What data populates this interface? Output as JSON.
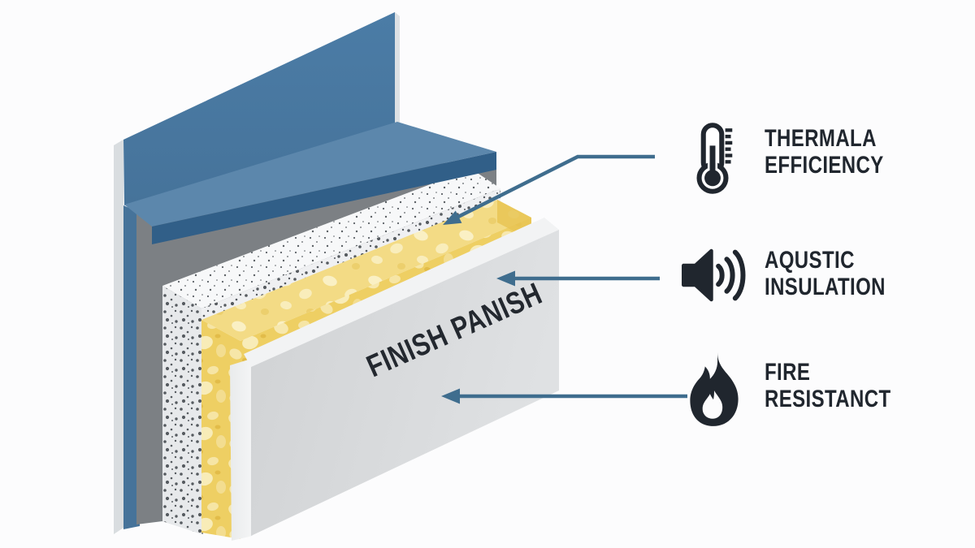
{
  "illustration": {
    "panel_text": "FINISH PANISH",
    "layer_names": [
      "wall-back-panel",
      "mounting-plank",
      "insulation-board",
      "foam-layer",
      "finish-panel"
    ]
  },
  "legend": [
    {
      "icon": "thermometer-icon",
      "line1": "THERMALA",
      "line2": "EFFICIENCY"
    },
    {
      "icon": "speaker-icon",
      "line1": "AQUSTIC",
      "line2": "INSULATION"
    },
    {
      "icon": "flame-icon",
      "line1": "FIRE",
      "line2": "RESISTANCT"
    }
  ],
  "colors": {
    "background": "#fcfcfd",
    "wall_blue": "#4a7aa3",
    "wall_edge_white": "#e3e6e9",
    "plank_top_blue": "#5c87ac",
    "plank_front_blue": "#315f88",
    "shadow_gray": "#7c8084",
    "insulation_board_white": "#f1f2f3",
    "insulation_dots": "#565b60",
    "foam_yellow": "#eecf63",
    "foam_blob_light": "#f8ecb8",
    "finish_panel_gray": "#d7d9db",
    "arrow_blue": "#3f6d8e",
    "icon_text_dark": "#20262e"
  }
}
